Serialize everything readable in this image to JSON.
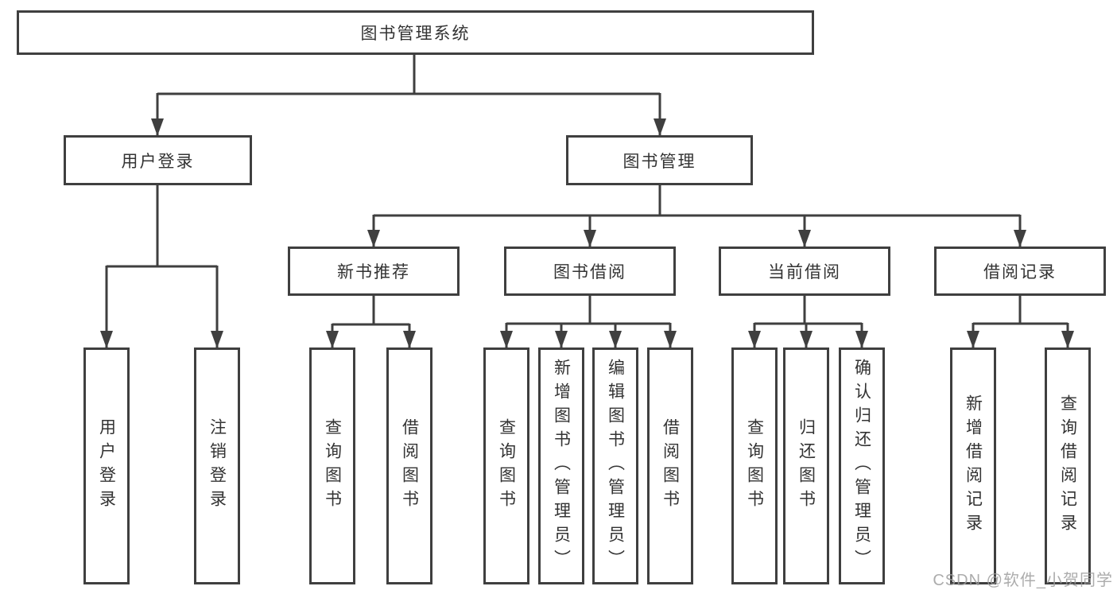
{
  "diagram": {
    "root": {
      "label": "图书管理系统"
    },
    "level2": [
      {
        "id": "user-login",
        "label": "用户登录"
      },
      {
        "id": "book-management",
        "label": "图书管理"
      }
    ],
    "level3": [
      {
        "id": "new-book-recommend",
        "label": "新书推荐"
      },
      {
        "id": "book-borrowing",
        "label": "图书借阅"
      },
      {
        "id": "current-borrowing",
        "label": "当前借阅"
      },
      {
        "id": "borrowing-records",
        "label": "借阅记录"
      }
    ],
    "leaves": [
      {
        "label": "用户登录"
      },
      {
        "label": "注销登录"
      },
      {
        "label": "查询图书"
      },
      {
        "label": "借阅图书"
      },
      {
        "label": "查询图书"
      },
      {
        "label": "新增图书（管理员）"
      },
      {
        "label": "编辑图书（管理员）"
      },
      {
        "label": "借阅图书"
      },
      {
        "label": "查询图书"
      },
      {
        "label": "归还图书"
      },
      {
        "label": "确认归还（管理员）"
      },
      {
        "label": "新增借阅记录"
      },
      {
        "label": "查询借阅记录"
      }
    ],
    "colors": {
      "line": "#3f3f3f",
      "text": "#333333",
      "box_background": "#ffffff",
      "watermark": "#9e9e9e"
    }
  },
  "watermark": {
    "text": "CSDN @软件_小贺同学"
  }
}
